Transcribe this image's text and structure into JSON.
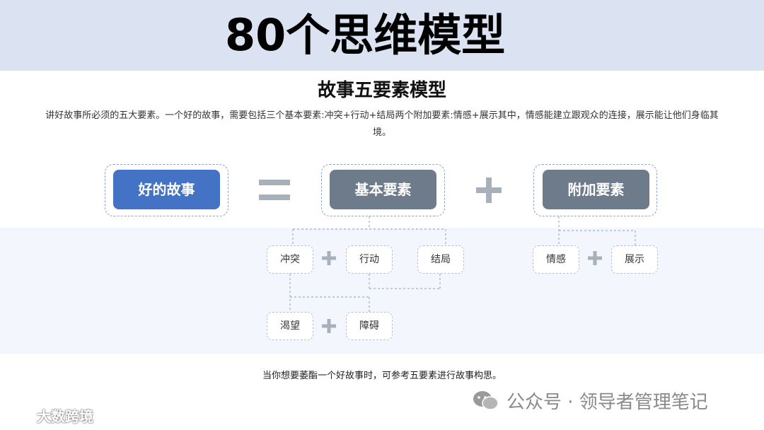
{
  "title": "80个思维模型",
  "model_title": "故事五要素模型",
  "description": "讲好故事所必须的五大要素。一个好的故事，需要包括三个基本要素:冲突+行动+结局两个附加要素:情感+展示其中，情感能建立跟观众的连接，展示能让他们身临其境。",
  "formula": {
    "good_story": "好的故事",
    "equals": "=",
    "basic": "基本要素",
    "plus": "+",
    "additional": "附加要素"
  },
  "basic_elements": [
    "冲突",
    "行动",
    "结局"
  ],
  "additional_elements": [
    "情感",
    "展示"
  ],
  "conflict_parts": [
    "渴望",
    "障碍"
  ],
  "plus_sign": "+",
  "footer_note": "当你想要萎酯一个好故事时，可参考五要素进行故事构思。",
  "watermark": {
    "right": "公众号 · 领导者管理笔记",
    "left": "大数跨境"
  },
  "colors": {
    "header_band": "#dbe3f2",
    "good_story_box": "#4472c4",
    "element_box": "#6e7b8b",
    "plus_sign": "#a8b0bc",
    "dashed_border": "#8ea3c8"
  }
}
